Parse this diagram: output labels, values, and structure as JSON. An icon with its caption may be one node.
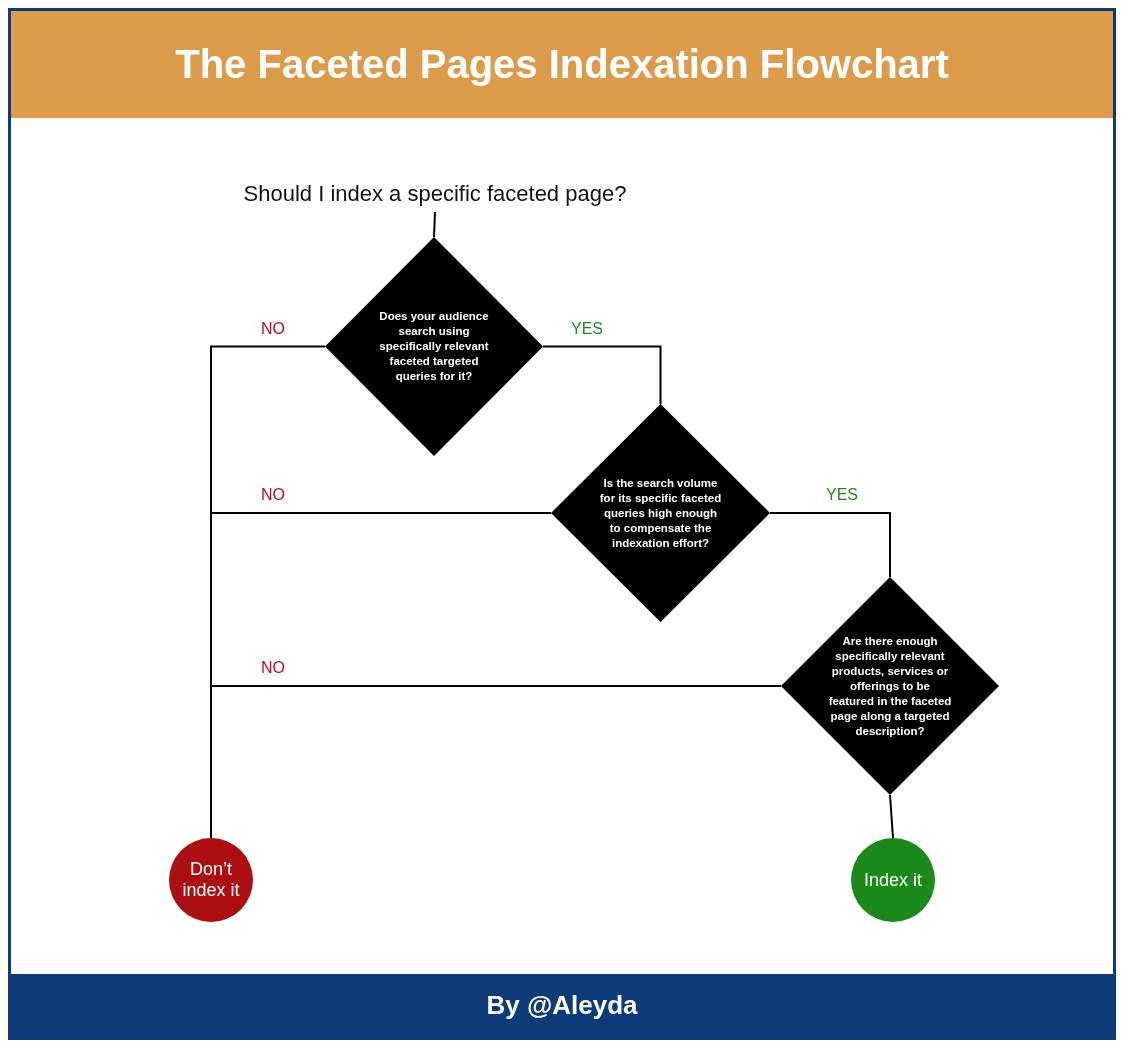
{
  "diagram": {
    "title": "The Faceted Pages Indexation Flowchart",
    "caption": "By @Aleyda",
    "nodes": [
      {
        "text": [
          "Should I index a specific faceted page?"
        ]
      },
      {
        "text": [
          "Does your audience search using specifically relevant faceted targeted queries for it?"
        ]
      },
      {
        "text": [
          "Is the search volume for its specific faceted queries high enough to compensate the indexation effort?"
        ]
      },
      {
        "text": [
          "Are there enough specifically relevant products, services or offerings to be featured in the faceted page along a targeted description?"
        ]
      },
      {
        "text": [
          "Don’t index it"
        ]
      },
      {
        "text": [
          "Index it"
        ]
      }
    ],
    "edges": [
      {
        "from": 0,
        "to": 1,
        "arrow": "none"
      },
      {
        "from": 1,
        "to": 4,
        "arrow": "none",
        "label": "NO"
      },
      {
        "from": 1,
        "to": 2,
        "arrow": "none",
        "label": "YES"
      },
      {
        "from": 2,
        "to": 4,
        "arrow": "none",
        "label": "NO"
      },
      {
        "from": 2,
        "to": 3,
        "arrow": "none",
        "label": "YES"
      },
      {
        "from": 3,
        "to": 4,
        "arrow": "none",
        "label": "NO"
      },
      {
        "from": 3,
        "to": 5,
        "arrow": "none"
      }
    ]
  }
}
